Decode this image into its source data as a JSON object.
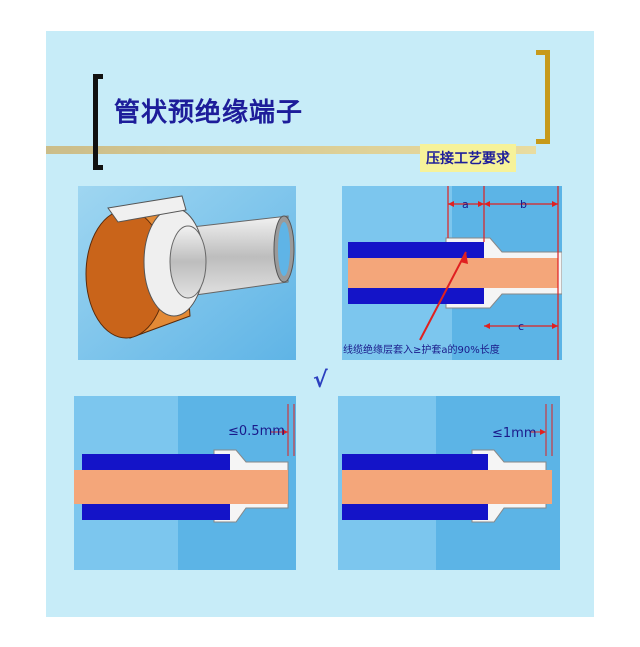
{
  "header": {
    "title": "管状预绝缘端子",
    "badge": "压接工艺要求"
  },
  "panel_tr": {
    "dim_a": "a",
    "dim_b": "b",
    "dim_c": "c",
    "note": "线缆绝缘层套入≥护套a的90%长度"
  },
  "panel_bl": {
    "gap_label": "≤0.5mm"
  },
  "panel_br": {
    "gap_label": "≤1mm"
  },
  "check_mark": "√",
  "colors": {
    "insulation": "#1414c8",
    "conductor": "#f4a67a",
    "sleeve_outer": "#c9641a",
    "metal": "#e6e6e6",
    "arrow": "#e02020"
  }
}
